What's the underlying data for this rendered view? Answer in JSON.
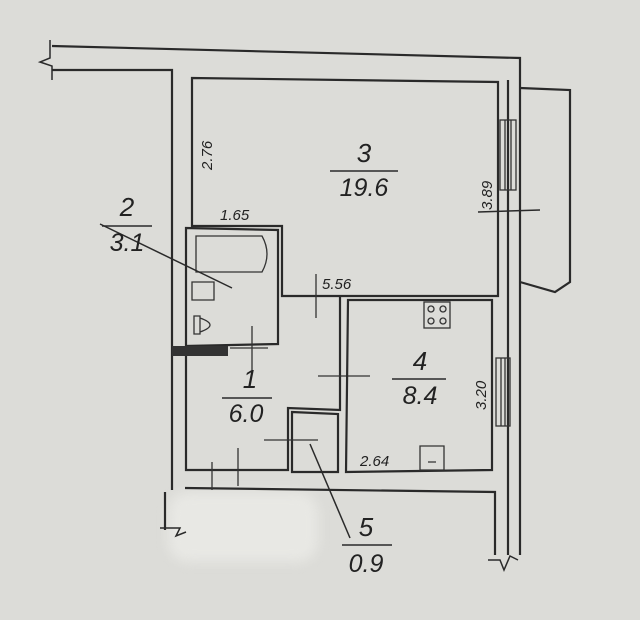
{
  "rooms": [
    {
      "number": "3",
      "area": "19.6"
    },
    {
      "number": "2",
      "area": "3.1"
    },
    {
      "number": "1",
      "area": "6.0"
    },
    {
      "number": "4",
      "area": "8.4"
    },
    {
      "number": "5",
      "area": "0.9"
    }
  ],
  "dimensions": {
    "room3_height": "2.76",
    "room3_window": "3.89",
    "bath_width": "1.65",
    "room3_width": "5.56",
    "kitchen_height": "3.20",
    "kitchen_width": "2.64"
  }
}
